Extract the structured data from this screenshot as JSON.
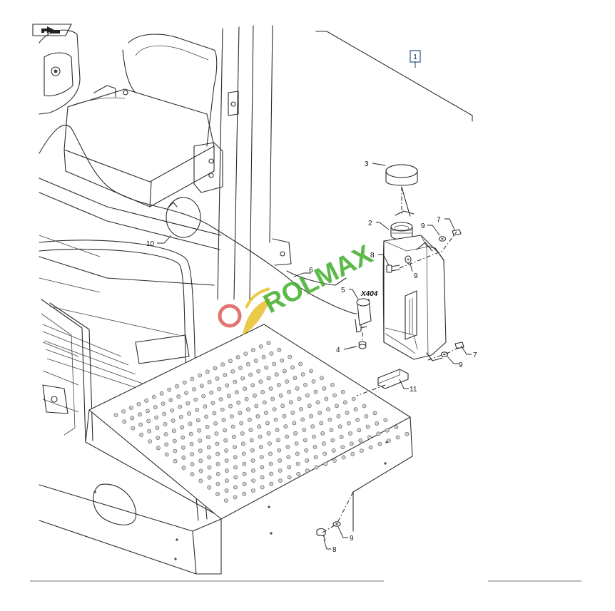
{
  "nav_icon": "return-arrow-icon",
  "reference_badge": "1",
  "connector_label": "X404",
  "watermark": "ROLMAX",
  "callouts": [
    {
      "id": "c3",
      "label": "3"
    },
    {
      "id": "c2",
      "label": "2"
    },
    {
      "id": "c9a",
      "label": "9"
    },
    {
      "id": "c7a",
      "label": "7"
    },
    {
      "id": "c8a",
      "label": "8"
    },
    {
      "id": "c9b",
      "label": "9"
    },
    {
      "id": "c6",
      "label": "6"
    },
    {
      "id": "c5",
      "label": "5"
    },
    {
      "id": "c4",
      "label": "4"
    },
    {
      "id": "c10",
      "label": "10"
    },
    {
      "id": "c7b",
      "label": "7"
    },
    {
      "id": "c9c",
      "label": "9"
    },
    {
      "id": "c11",
      "label": "11"
    },
    {
      "id": "c8b",
      "label": "8"
    },
    {
      "id": "c9d",
      "label": "9"
    }
  ],
  "colors": {
    "line": "#2b2b2b",
    "badge": "#3a6ea5",
    "watermark_green": "#3fae2a",
    "watermark_red": "#d9534f",
    "watermark_yellow": "#e8c12a"
  }
}
